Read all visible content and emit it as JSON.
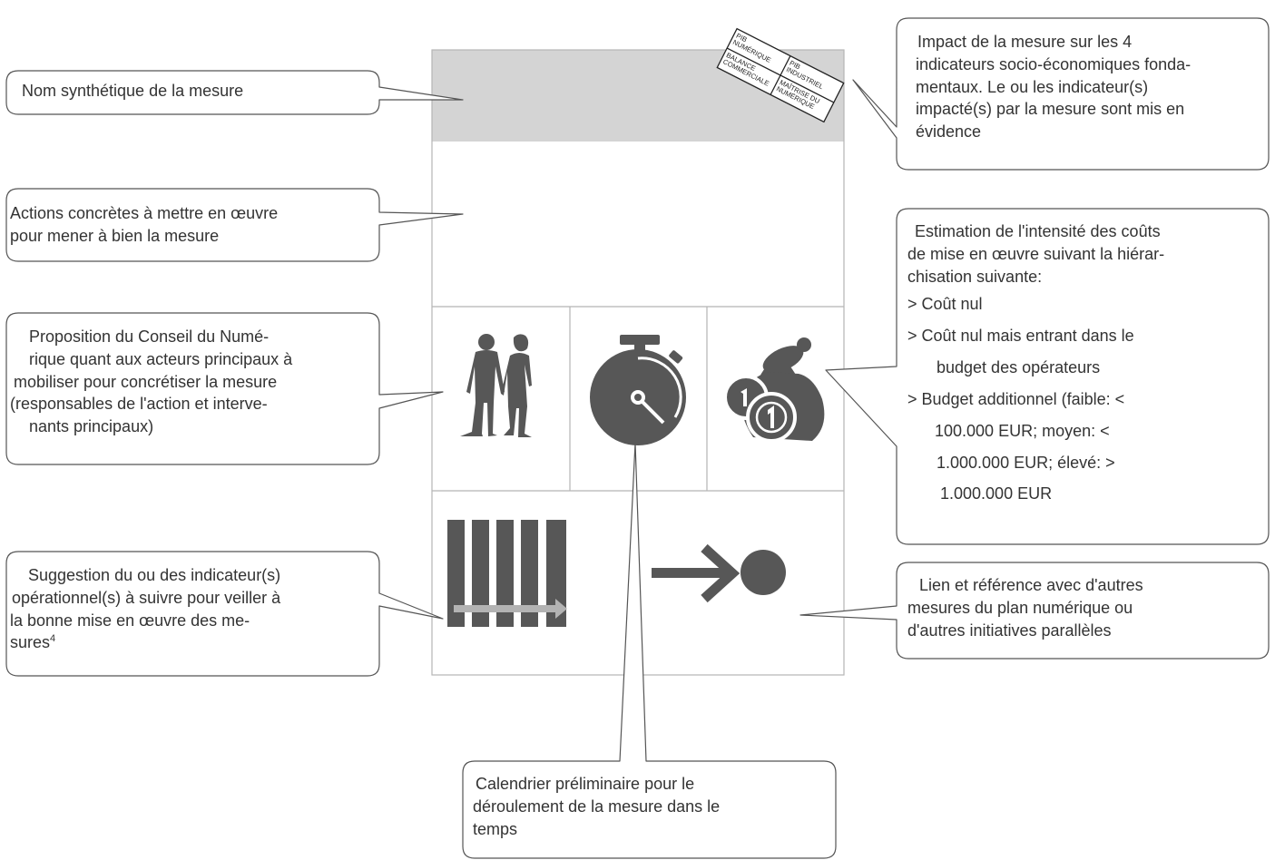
{
  "callouts": {
    "name": {
      "lines": [
        "Nom synthétique de la mesure"
      ]
    },
    "actions": {
      "lines": [
        "Actions concrètes à mettre en œuvre",
        "pour mener à bien la mesure"
      ]
    },
    "actors": {
      "lines": [
        "Proposition du Conseil du Numé-",
        "rique quant aux acteurs principaux à",
        "mobiliser  pour concrétiser la mesure",
        "(responsables de l'action et interve-",
        "nants principaux)"
      ]
    },
    "indicators": {
      "lines": [
        "Suggestion du ou des indicateur(s)",
        "opérationnel(s) à suivre pour veiller à",
        "la bonne mise en œuvre des me-",
        "sures"
      ],
      "footnote": "4"
    },
    "impact": {
      "lines": [
        "Impact de la mesure sur les 4",
        "indicateurs socio-économiques fonda-",
        "mentaux. Le ou les indicateur(s)",
        "impacté(s) par la mesure sont mis en",
        "évidence"
      ]
    },
    "cost": {
      "lines": [
        "Estimation de l'intensité des coûts",
        "de mise en œuvre suivant la hiérar-",
        "chisation suivante:"
      ],
      "items": [
        "> Coût nul",
        "> Coût nul mais entrant dans le",
        "budget des opérateurs",
        "> Budget additionnel (faible: <",
        "100.000 EUR; moyen: <",
        "1.000.000 EUR; élevé: >",
        "1.000.000 EUR"
      ]
    },
    "links": {
      "lines": [
        "Lien et référence avec d'autres",
        "mesures du plan numérique ou",
        "d'autres initiatives parallèles"
      ]
    },
    "calendar": {
      "lines": [
        "Calendrier préliminaire pour le",
        "déroulement de la mesure dans le",
        "temps"
      ]
    }
  },
  "indicator_grid": {
    "cells": [
      "PIB NUMÉRIQUE",
      "PIB INDUSTRIEL",
      "BALANCE COMMERCIALE",
      "MAÎTRISE DU NUMÉRIQUE"
    ],
    "cell_lines": [
      [
        "PIB",
        "NUMÉRIQUE"
      ],
      [
        "PIB",
        "INDUSTRIEL"
      ],
      [
        "BALANCE",
        "COMMERCIALE"
      ],
      [
        "MAÎTRISE DU",
        "NUMÉRIQUE"
      ]
    ]
  },
  "colors": {
    "header_fill": "#d4d4d4",
    "icon_fill": "#575757",
    "frame_stroke": "#b5b5b5",
    "callout_stroke": "#555555",
    "arrow_bar": "#b3b3b3"
  },
  "icons": [
    "people-icon",
    "stopwatch-icon",
    "money-bag-icon",
    "barcode-progress-icon",
    "arrow-to-dot-icon"
  ]
}
